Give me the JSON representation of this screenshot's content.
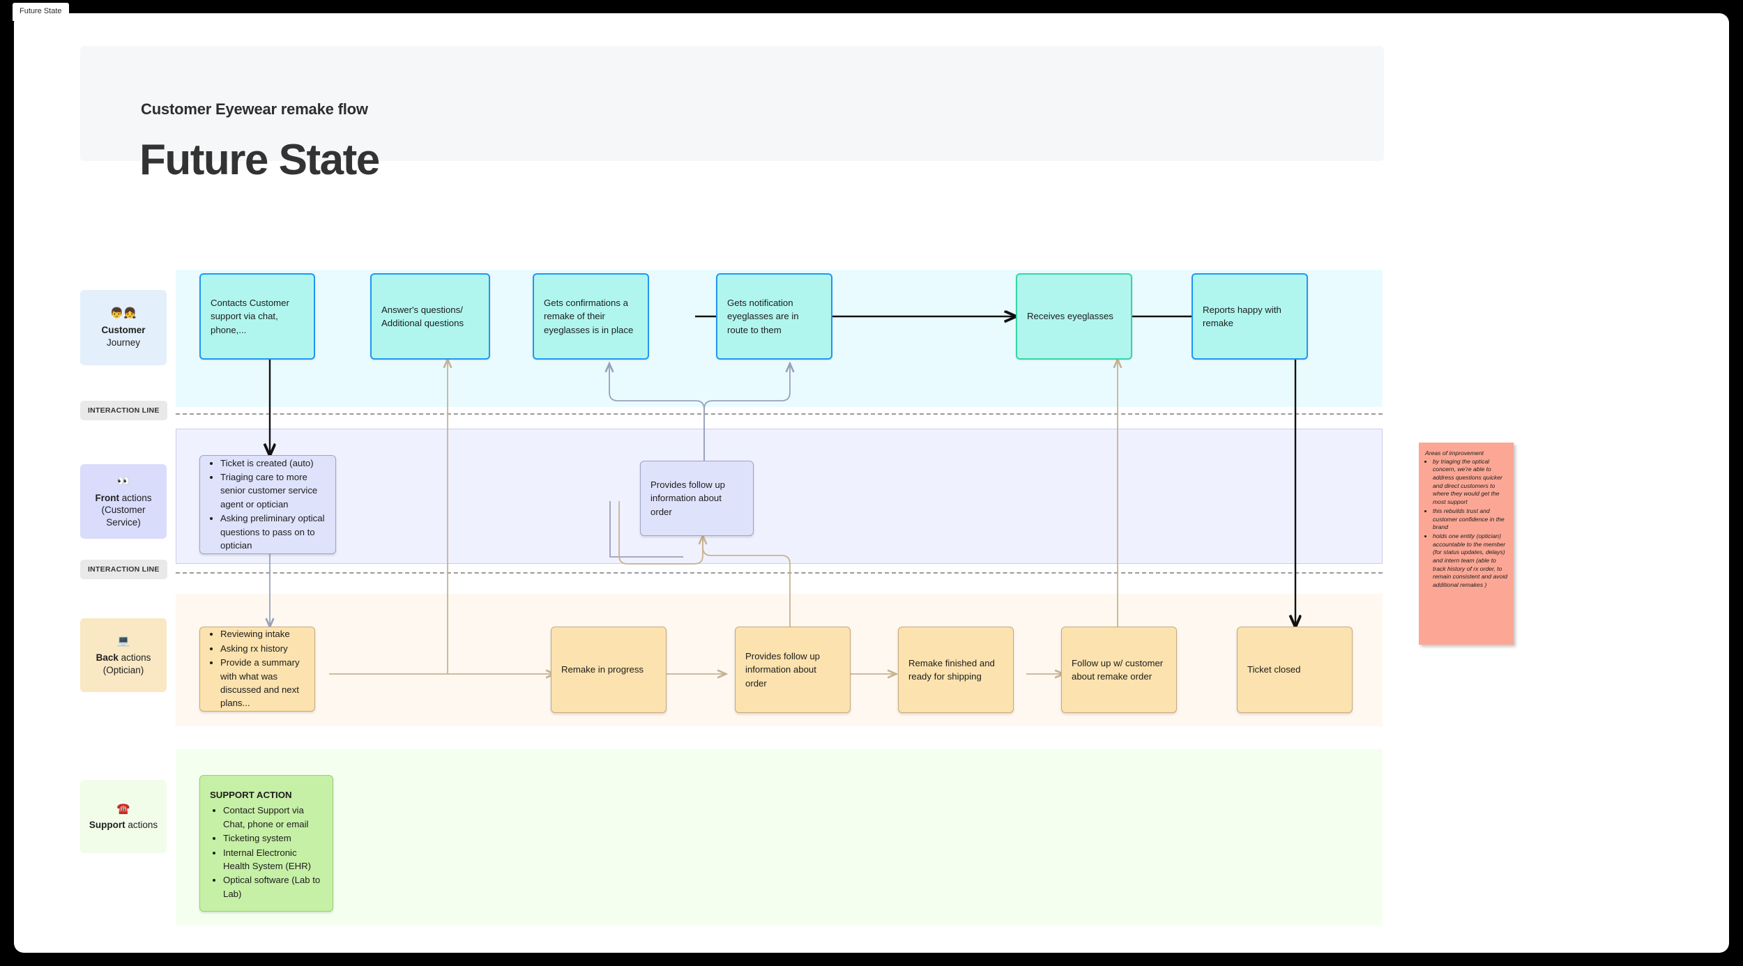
{
  "tab": {
    "label": "Future State"
  },
  "header": {
    "kicker": "Customer Eyewear remake flow",
    "title": "Future State"
  },
  "interaction_lines": [
    {
      "label": "INTERACTION LINE"
    },
    {
      "label": "INTERACTION LINE"
    }
  ],
  "lanes": [
    {
      "id": "customer",
      "emoji": "👦👧",
      "strong": "Customer",
      "rest": "Journey",
      "band_color": "#eafbff",
      "chip_color": "#e3effb"
    },
    {
      "id": "front",
      "emoji": "👀",
      "strong": "Front",
      "rest": " actions",
      "line2": "(Customer",
      "line3": "Service)",
      "band_color": "#f0f1fe",
      "chip_color": "#d9dcfb"
    },
    {
      "id": "back",
      "emoji": "💻",
      "strong": "Back",
      "rest": " actions",
      "line2": "(Optician)",
      "band_color": "#fef8f0",
      "chip_color": "#fae8c4"
    },
    {
      "id": "support",
      "emoji": "☎️",
      "strong": "Support",
      "rest": " actions",
      "band_color": "#f4fff0",
      "chip_color": "#f1fde9"
    }
  ],
  "customer_journey": [
    {
      "text": "Contacts Customer support via chat, phone,...",
      "border": "#2196f3"
    },
    {
      "text": "Answer's questions/ Additional questions",
      "border": "#2196f3"
    },
    {
      "text": "Gets confirmations a remake of their eyeglasses is in place",
      "border": "#2196f3"
    },
    {
      "text": "Gets notification eyeglasses are in route to them",
      "border": "#2196f3"
    },
    {
      "text": "Receives eyeglasses",
      "border": "#34d6a6"
    },
    {
      "text": "Reports happy with remake",
      "border": "#2196f3"
    }
  ],
  "front_actions": [
    {
      "bullets": [
        "Ticket is created (auto)",
        "Triaging care to more senior customer service agent or optician",
        "Asking preliminary optical questions to pass on to optician"
      ]
    },
    {
      "text": "Provides follow up information about order"
    }
  ],
  "back_actions": [
    {
      "bullets": [
        "Reviewing intake",
        "Asking rx history",
        "Provide a summary with what was discussed and next plans..."
      ]
    },
    {
      "text": "Remake in progress"
    },
    {
      "text": "Provides follow up information about order"
    },
    {
      "text": "Remake finished and ready for shipping"
    },
    {
      "text": "Follow up w/ customer about remake order"
    },
    {
      "text": "Ticket closed"
    }
  ],
  "support_actions": {
    "title": "SUPPORT ACTION",
    "bullets": [
      "Contact Support via Chat, phone or email",
      "Ticketing system",
      "Internal Electronic Health System (EHR)",
      "Optical software (Lab to Lab)"
    ]
  },
  "sticky_note": {
    "title": "Areas of improvement",
    "bullets": [
      "by triaging the optical concern, we're able to address questions quicker and direct customers to where they would get the most support",
      "this rebuilds trust and customer confidence in the brand",
      "holds one entity (optician) accountable to the member (for status updates, delays) and intern team (able to track history of rx order, to remain consistent and avoid additional remakes )"
    ],
    "color": "#fca795"
  },
  "colors": {
    "customer_fill": "#b0f6ef",
    "customer_border": "#2196f3",
    "customer_border_alt": "#34d6a6",
    "front_fill": "#dfe2fb",
    "back_fill": "#fbe2ae",
    "support_fill": "#c6f0a6",
    "arrow_black": "#111111",
    "arrow_tan": "#c7b391",
    "arrow_gray": "#9aa0bb"
  }
}
